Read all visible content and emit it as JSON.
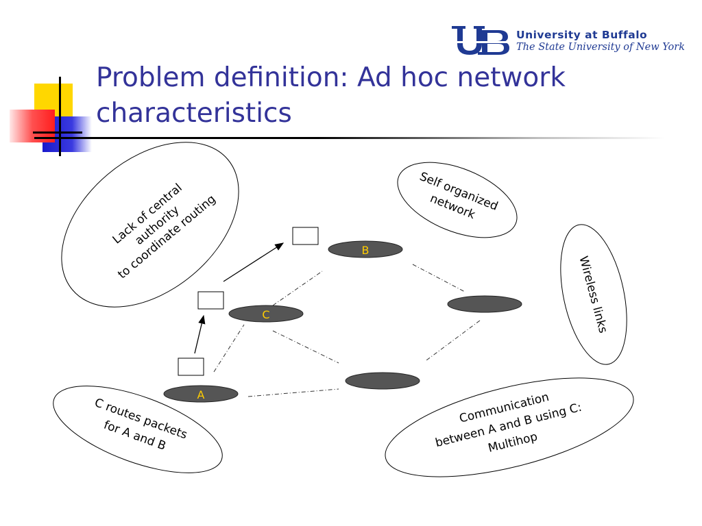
{
  "header": {
    "title_line1": "Problem definition: Ad hoc network",
    "title_line2": "characteristics"
  },
  "logo": {
    "name": "University at Buffalo",
    "subtitle": "The State University of New York",
    "mark": "UB",
    "color": "#1f3a93"
  },
  "colors": {
    "title": "#333399",
    "node_fill": "#555555",
    "node_label": "#ffcc00",
    "deco_yellow": "#ffd700",
    "deco_blue": "#2222cc",
    "deco_red": "#ff2a2a"
  },
  "nodes": [
    {
      "id": "node-b",
      "label": "B"
    },
    {
      "id": "node-c",
      "label": "C"
    },
    {
      "id": "node-a",
      "label": "A"
    },
    {
      "id": "node-right",
      "label": ""
    },
    {
      "id": "node-bottom",
      "label": ""
    }
  ],
  "callouts": {
    "lack_of_authority": [
      "Lack of central",
      "authority",
      "to coordinate routing"
    ],
    "self_organized": [
      "Self organized",
      "network"
    ],
    "wireless_links": [
      "Wireless links"
    ],
    "c_routes": [
      "C routes packets",
      "for A and B"
    ],
    "communication": [
      "Communication",
      "between A and B using C:",
      "Multihop"
    ]
  }
}
